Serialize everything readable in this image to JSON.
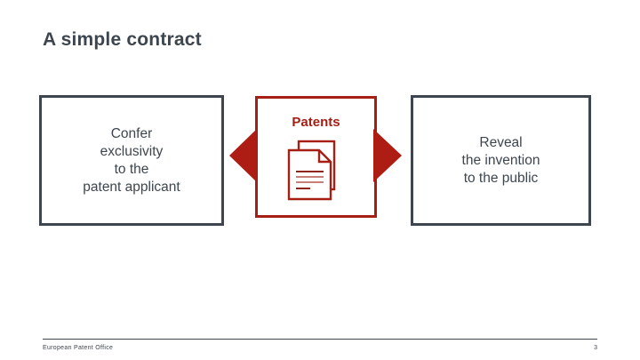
{
  "slide": {
    "title": "A simple contract",
    "page_number": "3",
    "background_color": "#ffffff"
  },
  "colors": {
    "slate": "#3d454e",
    "red": "#a51f14",
    "arrow_red": "#ad1d13"
  },
  "diagram": {
    "left_box": {
      "lines": [
        "Confer",
        "exclusivity",
        "to the",
        "patent applicant"
      ],
      "border_color": "#3d454e"
    },
    "center_box": {
      "label": "Patents",
      "icon": "documents-icon",
      "border_color": "#a51f14"
    },
    "right_box": {
      "lines": [
        "Reveal",
        "the invention",
        "to the public"
      ],
      "border_color": "#3d454e"
    },
    "arrows": [
      {
        "name": "arrow-left",
        "direction": "left",
        "color": "#ad1d13"
      },
      {
        "name": "arrow-right",
        "direction": "right",
        "color": "#ad1d13"
      }
    ]
  },
  "footer": {
    "organisation": "European Patent Office",
    "page_number": "3"
  }
}
